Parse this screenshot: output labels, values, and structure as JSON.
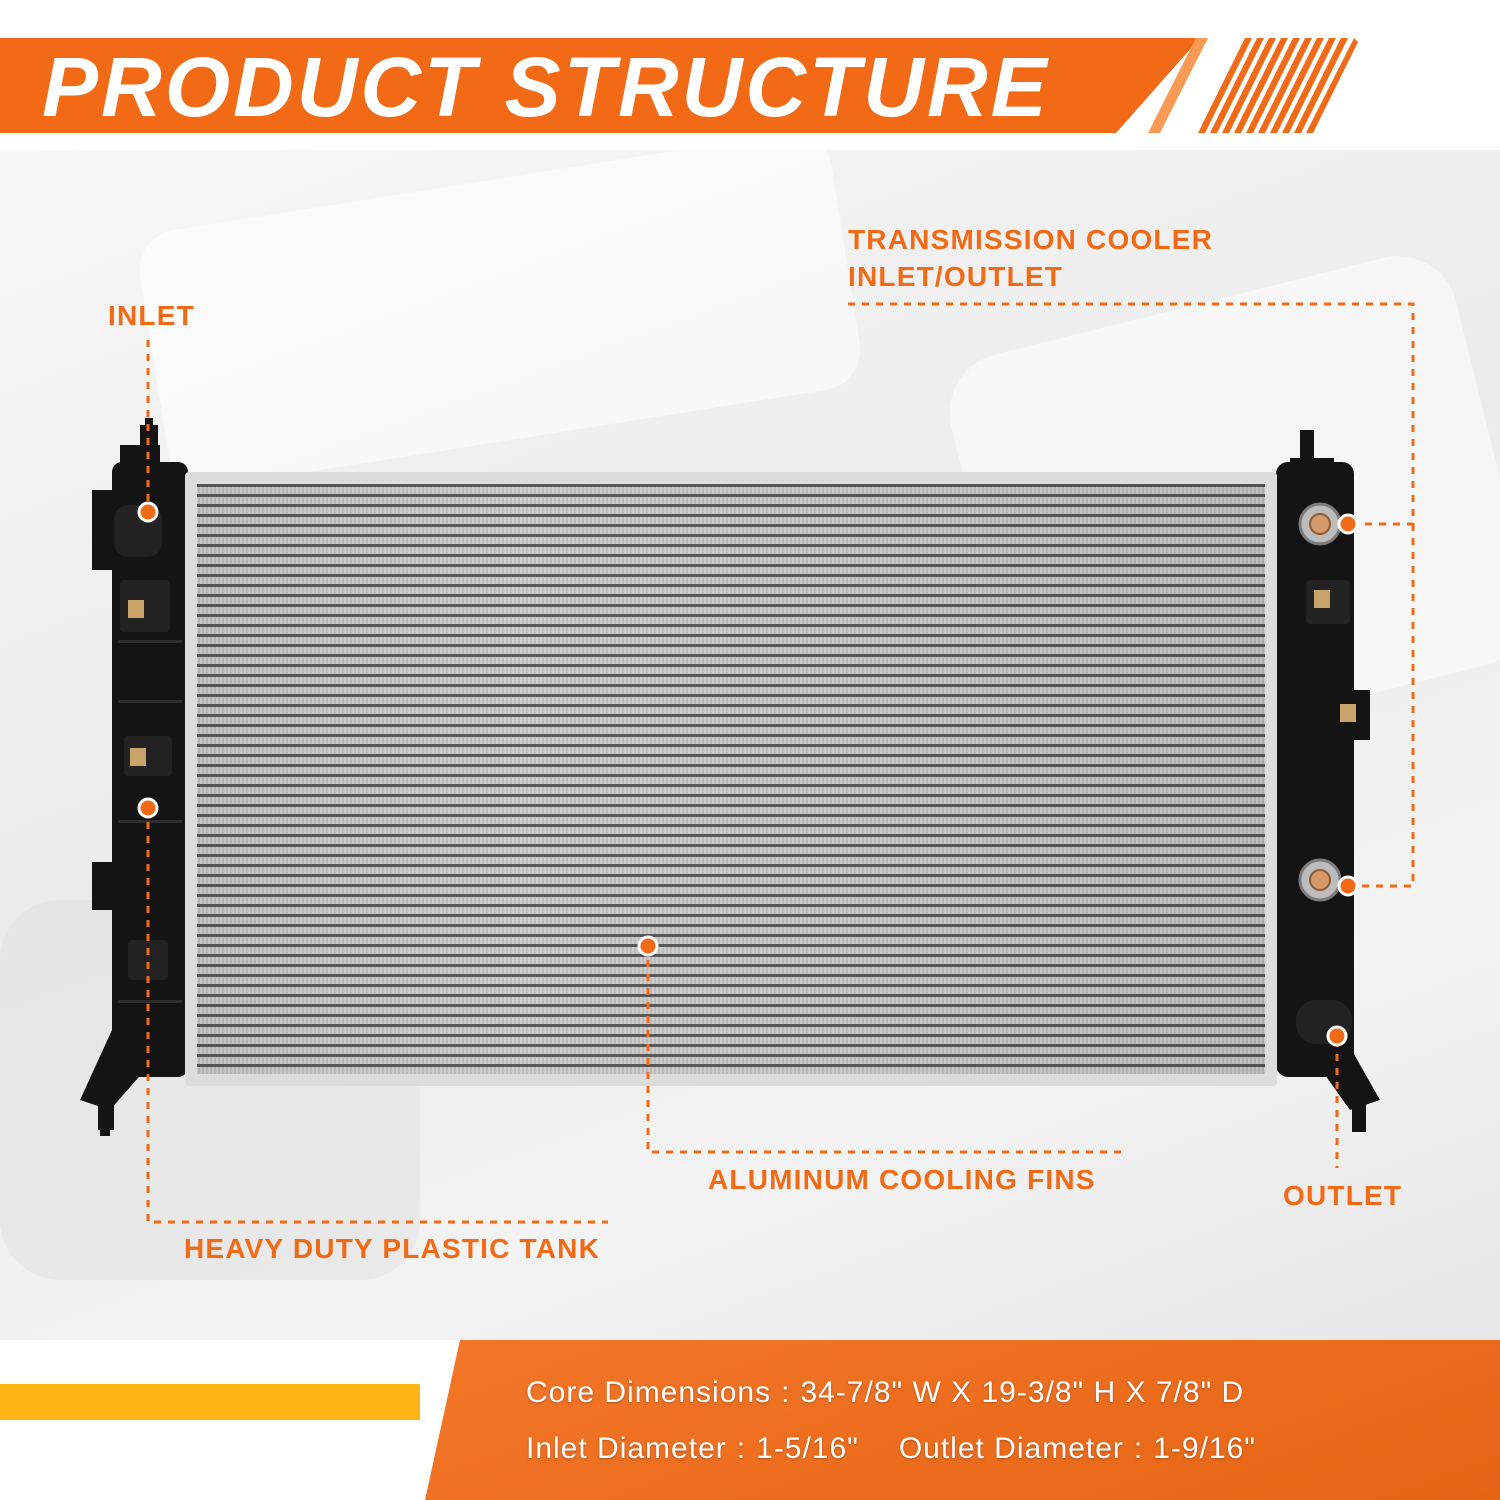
{
  "header": {
    "title": "PRODUCT STRUCTURE"
  },
  "callouts": {
    "inlet": "INLET",
    "transmission_line1": "TRANSMISSION COOLER",
    "transmission_line2": "INLET/OUTLET",
    "cooling_fins": "ALUMINUM COOLING FINS",
    "outlet": "OUTLET",
    "plastic_tank": "HEAVY DUTY PLASTIC TANK"
  },
  "specs": {
    "core_dimensions_label": "Core Dimensions",
    "core_dimensions_value": "34-7/8\" W X 19-3/8\" H X 7/8\" D",
    "inlet_diameter_label": "Inlet Diameter",
    "inlet_diameter_value": "1-5/16\"",
    "outlet_diameter_label": "Outlet Diameter",
    "outlet_diameter_value": "1-9/16\"",
    "separator": ":"
  },
  "colors": {
    "brand_orange": "#f26a16",
    "accent_yellow": "#fcb514",
    "tank_black": "#111111",
    "core_silver": "#c4c4c4"
  }
}
